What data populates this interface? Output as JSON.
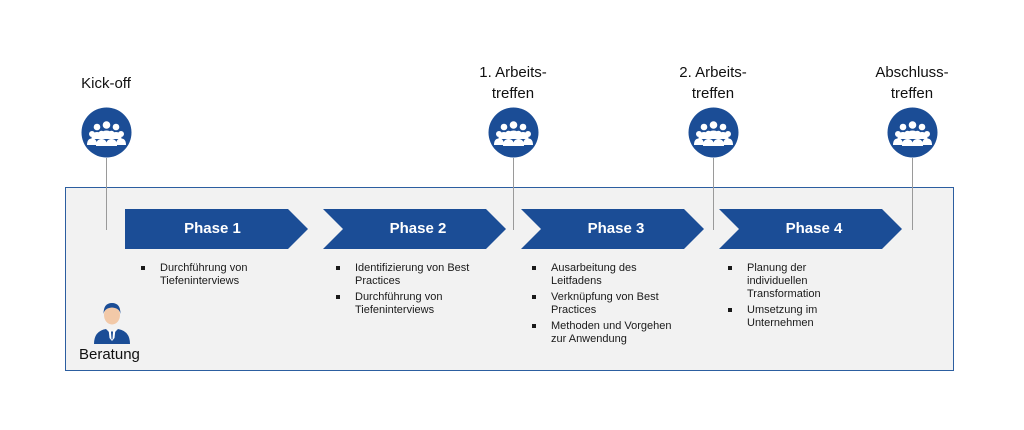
{
  "milestones": [
    {
      "label": "Kick-off",
      "icon": "group-people-icon"
    },
    {
      "label": "1. Arbeits-\ntreffen",
      "icon": "group-people-icon"
    },
    {
      "label": "2. Arbeits-\ntreffen",
      "icon": "group-people-icon"
    },
    {
      "label": "Abschluss-\ntreffen",
      "icon": "group-people-icon"
    }
  ],
  "phases": [
    {
      "label": "Phase 1",
      "bullets": [
        "Durchführung von\nTiefeninterviews"
      ]
    },
    {
      "label": "Phase 2",
      "bullets": [
        "Identifizierung von Best\nPractices",
        "Durchführung von\nTiefeninterviews"
      ]
    },
    {
      "label": "Phase 3",
      "bullets": [
        "Ausarbeitung des\nLeitfadens",
        "Verknüpfung von Best\nPractices",
        "Methoden und Vorgehen\nzur Anwendung"
      ]
    },
    {
      "label": "Phase 4",
      "bullets": [
        "Planung der\nindividuellen\nTransformation",
        "Umsetzung im\nUnternehmen"
      ]
    }
  ],
  "advisor": {
    "label": "Beratung",
    "icon": "consultant-person-icon"
  },
  "colors": {
    "primary_blue": "#1b4d96",
    "frame_border": "#2c5ea0",
    "frame_fill": "#f2f2f2",
    "connector": "#9a9a9a"
  }
}
